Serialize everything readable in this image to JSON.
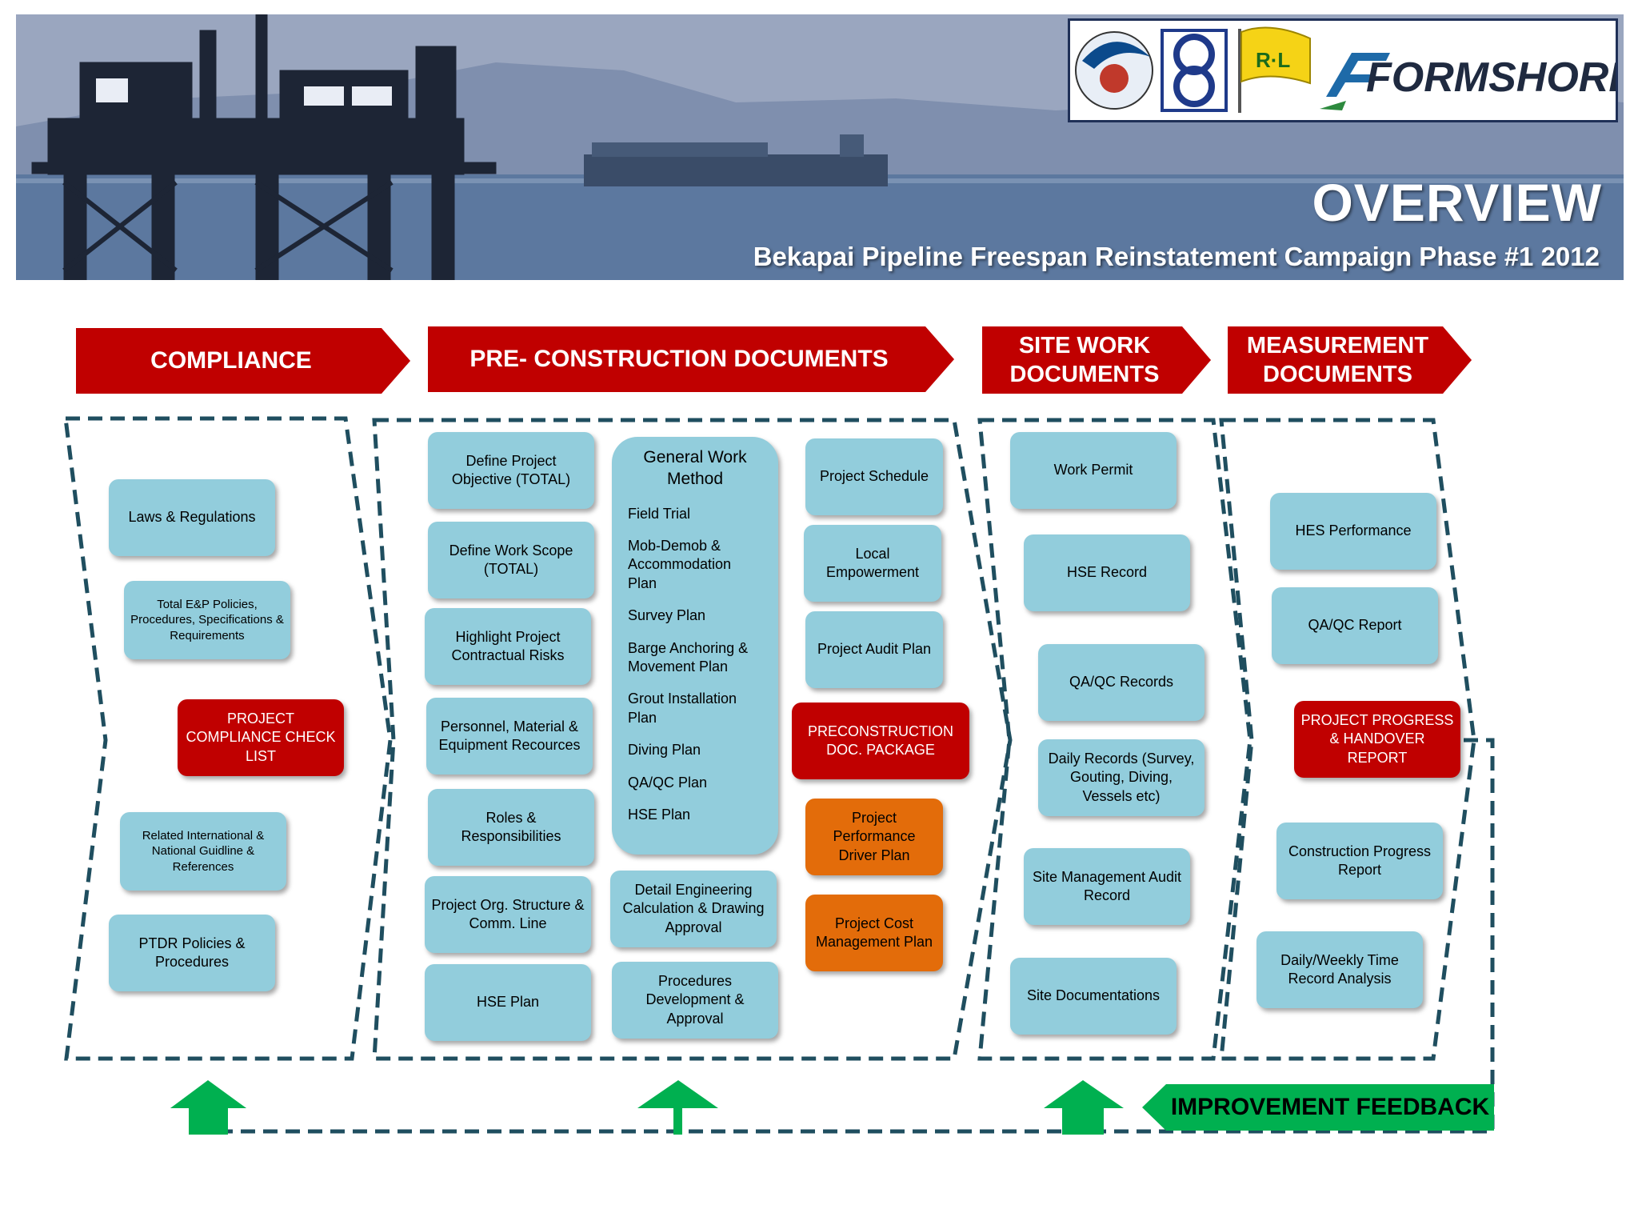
{
  "banner": {
    "title": "OVERVIEW",
    "subtitle": "Bekapai Pipeline Freespan Reinstatement Campaign Phase #1 2012",
    "logos": [
      "diving-logo",
      "patra-logo",
      "flag-logo"
    ],
    "logo_text": "FORMSHORE"
  },
  "headers": {
    "compliance": "COMPLIANCE",
    "preconstruction": "PRE- CONSTRUCTION DOCUMENTS",
    "sitework": "SITE WORK DOCUMENTS",
    "measurement": "MEASUREMENT DOCUMENTS"
  },
  "compliance": [
    "Laws & Regulations",
    "Total E&P Policies, Procedures, Specifications & Requirements",
    "PROJECT COMPLIANCE CHECK LIST",
    "Related International & National Guidline & References",
    "PTDR Policies & Procedures"
  ],
  "precon_col1": [
    "Define Project Objective (TOTAL)",
    "Define Work Scope (TOTAL)",
    "Highlight Project Contractual Risks",
    "Personnel,  Material & Equipment Recources",
    "Roles & Responsibilities",
    "Project Org. Structure & Comm. Line",
    "HSE Plan"
  ],
  "general_work_method": {
    "title": "General Work Method",
    "items": [
      "Field Trial",
      "Mob-Demob & Accommodation Plan",
      "Survey Plan",
      "Barge Anchoring & Movement Plan",
      "Grout Installation Plan",
      "Diving Plan",
      "QA/QC Plan",
      "HSE Plan"
    ]
  },
  "precon_col2_extra": [
    "Detail Engineering Calculation & Drawing  Approval",
    "Procedures Development & Approval"
  ],
  "precon_col3": [
    "Project Schedule",
    "Local Empowerment",
    "Project Audit Plan",
    "PRECONSTRUCTION DOC. PACKAGE",
    "Project Performance Driver Plan",
    "Project Cost Management Plan"
  ],
  "sitework": [
    "Work Permit",
    "HSE  Record",
    "QA/QC Records",
    "Daily  Records (Survey, Gouting, Diving, Vessels etc)",
    "Site Management Audit Record",
    "Site Documentations"
  ],
  "measurement": [
    "HES Performance",
    "QA/QC Report",
    "PROJECT PROGRESS & HANDOVER REPORT",
    "Construction Progress Report",
    "Daily/Weekly Time Record Analysis"
  ],
  "feedback": "IMPROVEMENT FEEDBACK",
  "colors": {
    "header_red": "#c00000",
    "box_blue": "#92cddc",
    "box_orange": "#e36c0a",
    "feedback_green": "#00b050",
    "dash_teal": "#1f4e5f"
  }
}
